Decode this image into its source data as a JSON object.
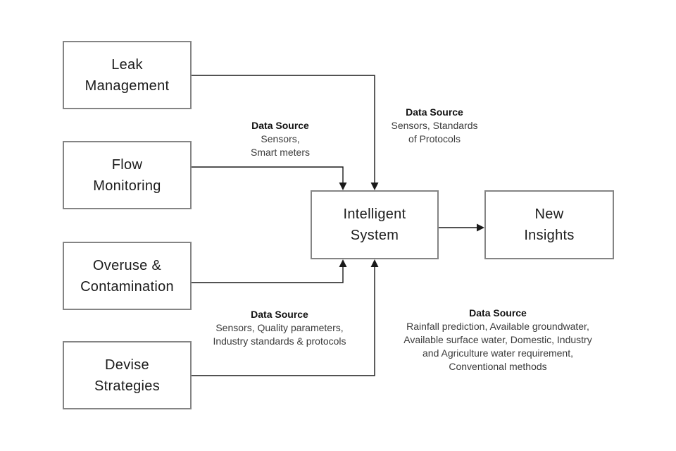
{
  "diagram": {
    "boxes": {
      "leak": {
        "label": "Leak\nManagement"
      },
      "flow": {
        "label": "Flow\nMonitoring"
      },
      "overuse": {
        "label": "Overuse &\nContamination"
      },
      "devise": {
        "label": "Devise\nStrategies"
      },
      "intelligent": {
        "label": "Intelligent\nSystem"
      },
      "insights": {
        "label": "New\nInsights"
      }
    },
    "labels": {
      "flow_source": {
        "title": "Data Source",
        "lines": "Sensors,\nSmart meters"
      },
      "leak_source": {
        "title": "Data Source",
        "lines": "Sensors, Standards\nof Protocols"
      },
      "overuse_source": {
        "title": "Data Source",
        "lines": "Sensors, Quality parameters,\nIndustry standards & protocols"
      },
      "devise_source": {
        "title": "Data Source",
        "lines": "Rainfall prediction, Available groundwater,\nAvailable surface water, Domestic, Industry\nand Agriculture water requirement,\nConventional methods"
      }
    },
    "colors": {
      "box_border": "#848484",
      "connector_line": "#1a1a1a",
      "box_text": "#1c1c1c",
      "label_title": "#111111",
      "label_body": "#3a3a3a",
      "background": "#ffffff"
    }
  }
}
